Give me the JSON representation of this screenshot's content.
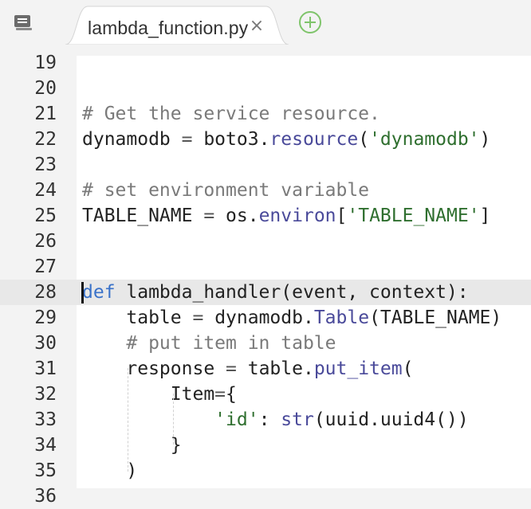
{
  "tabbar": {
    "menu_icon": "menu-list-icon",
    "active_tab": {
      "label": "lambda_function.py",
      "close_glyph": "×"
    },
    "add_icon": "plus-circle-icon",
    "colors": {
      "add": "#7fc46b",
      "tab_bg": "#ffffff",
      "bar_bg": "#f3f3f3"
    }
  },
  "editor": {
    "active_line": 28,
    "lines": [
      {
        "num": "19",
        "tokens": []
      },
      {
        "num": "20",
        "tokens": []
      },
      {
        "num": "21",
        "tokens": [
          {
            "t": "# Get the service resource.",
            "c": "cm"
          }
        ]
      },
      {
        "num": "22",
        "tokens": [
          {
            "t": "dynamodb ",
            "c": ""
          },
          {
            "t": "=",
            "c": "op"
          },
          {
            "t": " boto3.",
            "c": ""
          },
          {
            "t": "resource",
            "c": "fn"
          },
          {
            "t": "(",
            "c": ""
          },
          {
            "t": "'dynamodb'",
            "c": "st"
          },
          {
            "t": ")",
            "c": ""
          }
        ]
      },
      {
        "num": "23",
        "tokens": []
      },
      {
        "num": "24",
        "tokens": [
          {
            "t": "# set environment variable",
            "c": "cm"
          }
        ]
      },
      {
        "num": "25",
        "tokens": [
          {
            "t": "TABLE_NAME ",
            "c": ""
          },
          {
            "t": "=",
            "c": "op"
          },
          {
            "t": " os.",
            "c": ""
          },
          {
            "t": "environ",
            "c": "fn"
          },
          {
            "t": "[",
            "c": ""
          },
          {
            "t": "'TABLE_NAME'",
            "c": "st"
          },
          {
            "t": "]",
            "c": ""
          }
        ]
      },
      {
        "num": "26",
        "tokens": []
      },
      {
        "num": "27",
        "tokens": []
      },
      {
        "num": "28",
        "tokens": [
          {
            "t": "def",
            "c": "kw"
          },
          {
            "t": " lambda_handler(event, context):",
            "c": ""
          }
        ]
      },
      {
        "num": "29",
        "tokens": [
          {
            "t": "    table ",
            "c": ""
          },
          {
            "t": "=",
            "c": "op"
          },
          {
            "t": " dynamodb.",
            "c": ""
          },
          {
            "t": "Table",
            "c": "fn"
          },
          {
            "t": "(TABLE_NAME)",
            "c": ""
          }
        ]
      },
      {
        "num": "30",
        "tokens": [
          {
            "t": "    ",
            "c": ""
          },
          {
            "t": "# put item in table",
            "c": "cm"
          }
        ]
      },
      {
        "num": "31",
        "tokens": [
          {
            "t": "    response ",
            "c": ""
          },
          {
            "t": "=",
            "c": "op"
          },
          {
            "t": " table.",
            "c": ""
          },
          {
            "t": "put_item",
            "c": "fn"
          },
          {
            "t": "(",
            "c": ""
          }
        ]
      },
      {
        "num": "32",
        "tokens": [
          {
            "t": "        Item",
            "c": ""
          },
          {
            "t": "=",
            "c": "op"
          },
          {
            "t": "{",
            "c": ""
          }
        ]
      },
      {
        "num": "33",
        "tokens": [
          {
            "t": "            ",
            "c": ""
          },
          {
            "t": "'id'",
            "c": "st"
          },
          {
            "t": ": ",
            "c": ""
          },
          {
            "t": "str",
            "c": "fn"
          },
          {
            "t": "(uuid.uuid4())",
            "c": ""
          }
        ]
      },
      {
        "num": "34",
        "tokens": [
          {
            "t": "        }",
            "c": ""
          }
        ]
      },
      {
        "num": "35",
        "tokens": [
          {
            "t": "    )",
            "c": ""
          }
        ]
      },
      {
        "num": "36",
        "tokens": []
      }
    ]
  }
}
